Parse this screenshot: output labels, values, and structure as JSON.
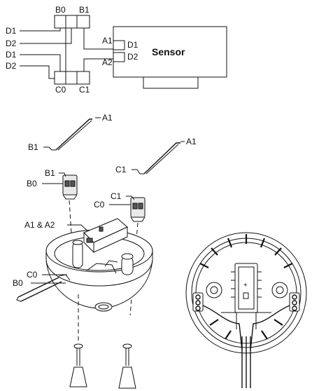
{
  "schematic": {
    "top_b0": "B0",
    "top_b1": "B1",
    "left_d1_a": "D1",
    "left_d2_a": "D2",
    "left_d1_b": "D1",
    "left_d2_b": "D2",
    "bottom_c0": "C0",
    "bottom_c1": "C1",
    "a1": "A1",
    "a2": "A2",
    "sensor_d1": "D1",
    "sensor_d2": "D2",
    "sensor_title": "Sensor"
  },
  "exploded": {
    "a1_top": "A1",
    "b1_wire": "B1",
    "a1_right": "A1",
    "c1_wire": "C1",
    "b1_conn": "B1",
    "b0_conn": "B0",
    "c1_conn": "C1",
    "c0_conn": "C0",
    "a1a2": "A1 & A2",
    "c0_base": "C0",
    "b0_base": "B0"
  }
}
